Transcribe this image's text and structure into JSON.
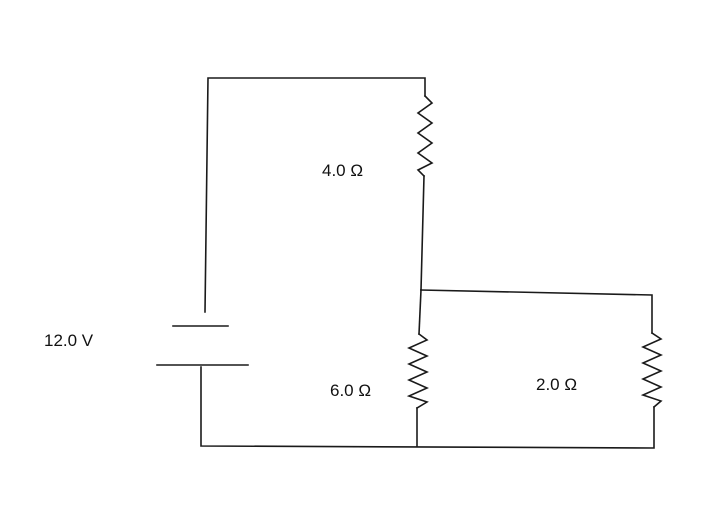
{
  "circuit": {
    "battery": {
      "voltage_label": "12.0 V"
    },
    "resistors": [
      {
        "id": "r1",
        "label": "4.0 Ω"
      },
      {
        "id": "r2",
        "label": "6.0 Ω"
      },
      {
        "id": "r3",
        "label": "2.0 Ω"
      }
    ]
  }
}
